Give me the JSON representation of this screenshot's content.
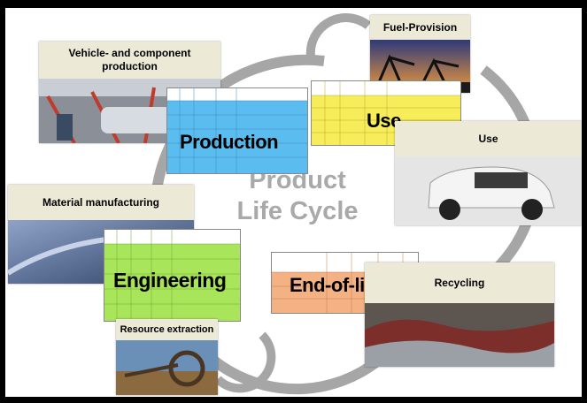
{
  "diagram": {
    "center_title_line1": "Product",
    "center_title_line2": "Life Cycle",
    "stages": {
      "production": {
        "label": "Vehicle- and component production",
        "table_word": "Production",
        "table_color": "#5bbcf0"
      },
      "fuel": {
        "label": "Fuel-Provision"
      },
      "use": {
        "label": "Use",
        "table_word": "Use",
        "table_color": "#f7ec5a"
      },
      "material": {
        "label": "Material manufacturing"
      },
      "engineering": {
        "table_word": "Engineering",
        "table_color": "#a9e55a"
      },
      "end_of_life": {
        "table_word": "End-of-life",
        "table_color": "#f3b184"
      },
      "recycling": {
        "label": "Recycling"
      },
      "resource": {
        "label": "Resource extraction"
      }
    },
    "colors": {
      "background": "#000000",
      "canvas": "#ffffff",
      "cycle_arrow": "#a6a6a6",
      "label_box": "#ecead7",
      "center_text": "#a9a9a9"
    }
  }
}
